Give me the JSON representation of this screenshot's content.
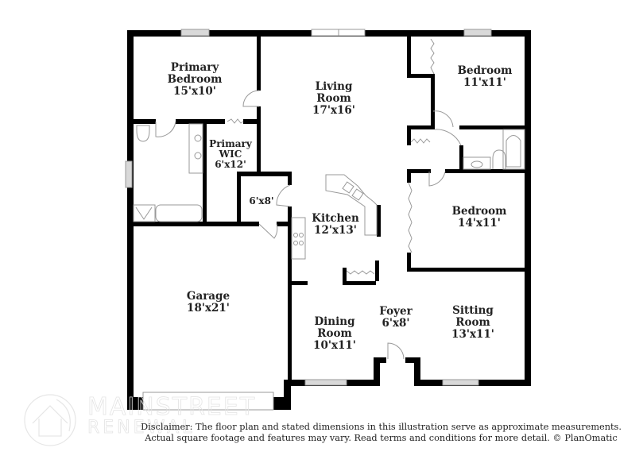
{
  "floor_plan": {
    "rooms": [
      {
        "id": "primary-bedroom",
        "name_line1": "Primary",
        "name_line2": "Bedroom",
        "dimensions": "15'x10'"
      },
      {
        "id": "living-room",
        "name_line1": "Living",
        "name_line2": "Room",
        "dimensions": "17'x16'"
      },
      {
        "id": "bedroom-1",
        "name_line1": "Bedroom",
        "name_line2": "",
        "dimensions": "11'x11'"
      },
      {
        "id": "primary-wic",
        "name_line1": "Primary",
        "name_line2": "WIC",
        "dimensions": "6'x12'"
      },
      {
        "id": "utility",
        "name_line1": "",
        "name_line2": "",
        "dimensions": "6'x8'"
      },
      {
        "id": "kitchen",
        "name_line1": "Kitchen",
        "name_line2": "",
        "dimensions": "12'x13'"
      },
      {
        "id": "bedroom-2",
        "name_line1": "Bedroom",
        "name_line2": "",
        "dimensions": "14'x11'"
      },
      {
        "id": "garage",
        "name_line1": "Garage",
        "name_line2": "",
        "dimensions": "18'x21'"
      },
      {
        "id": "dining-room",
        "name_line1": "Dining",
        "name_line2": "Room",
        "dimensions": "10'x11'"
      },
      {
        "id": "foyer",
        "name_line1": "Foyer",
        "name_line2": "",
        "dimensions": "6'x8'"
      },
      {
        "id": "sitting-room",
        "name_line1": "Sitting",
        "name_line2": "Room",
        "dimensions": "13'x11'"
      }
    ]
  },
  "watermark": {
    "brand": "MAINSTREET",
    "sub": "RENEWAL",
    "icon": "house-circle-logo-icon"
  },
  "disclaimer": {
    "line1": "Disclaimer: The floor plan and stated dimensions in this illustration serve as approximate measurements.",
    "line2": "Actual square footage and features may vary. Read terms and conditions for more detail. © PlanOmatic"
  }
}
